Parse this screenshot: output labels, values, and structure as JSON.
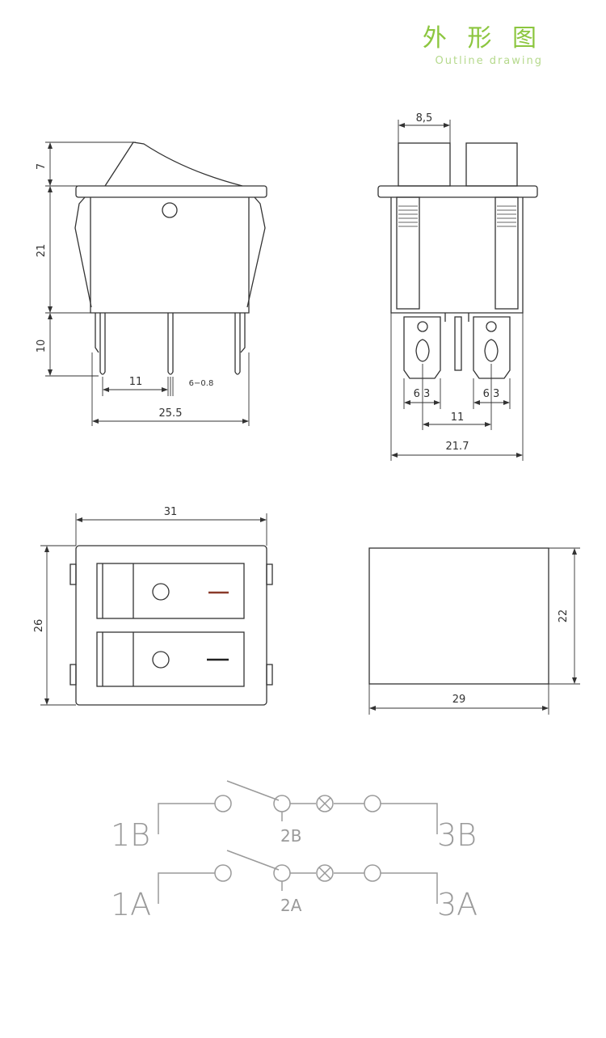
{
  "header": {
    "title_cn": "外 形 图",
    "title_en": "Outline drawing"
  },
  "colors": {
    "accent": "#8cc63f",
    "accent_light": "#b5d98c",
    "line": "#333333",
    "schematic": "#9a9a9a"
  },
  "side_view": {
    "dims": {
      "rocker_height": "7",
      "body_height": "21",
      "pin_length": "10",
      "pin_pitch": "11",
      "pin_size": "6−0.8",
      "width": "25.5"
    }
  },
  "end_view": {
    "dims": {
      "lug_width": "8,5",
      "tab_left": "6 3",
      "tab_right": "6 3",
      "tab_pitch": "11",
      "width": "21.7"
    }
  },
  "front_view": {
    "dims": {
      "width": "31",
      "height": "26"
    }
  },
  "cutout_view": {
    "dims": {
      "width": "29",
      "height": "22"
    }
  },
  "schematic": {
    "labels": {
      "t1b": "1B",
      "t2b": "2B",
      "t3b": "3B",
      "t1a": "1A",
      "t2a": "2A",
      "t3a": "3A"
    }
  }
}
